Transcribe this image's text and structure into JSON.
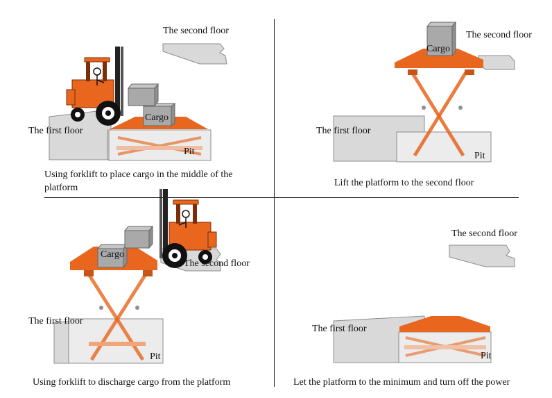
{
  "colors": {
    "platform": "#e8661e",
    "platform_light": "#f2a57a",
    "floor_fill": "#d9d9d9",
    "floor_stroke": "#8c8c8c",
    "cargo_fill": "#a9a9a9",
    "forklift_body": "#e8661e",
    "tire": "#111111",
    "divider": "#222222"
  },
  "labels": {
    "second_floor": "The second floor",
    "first_floor": "The first floor",
    "cargo": "Cargo",
    "pit": "Pit"
  },
  "panels": [
    {
      "caption": "Using forklift to place cargo in the middle of the platform"
    },
    {
      "caption": "Lift the platform to the second floor"
    },
    {
      "caption": "Using forklift to discharge cargo from the platform"
    },
    {
      "caption": "Let the platform to the minimum and turn off the power"
    }
  ]
}
